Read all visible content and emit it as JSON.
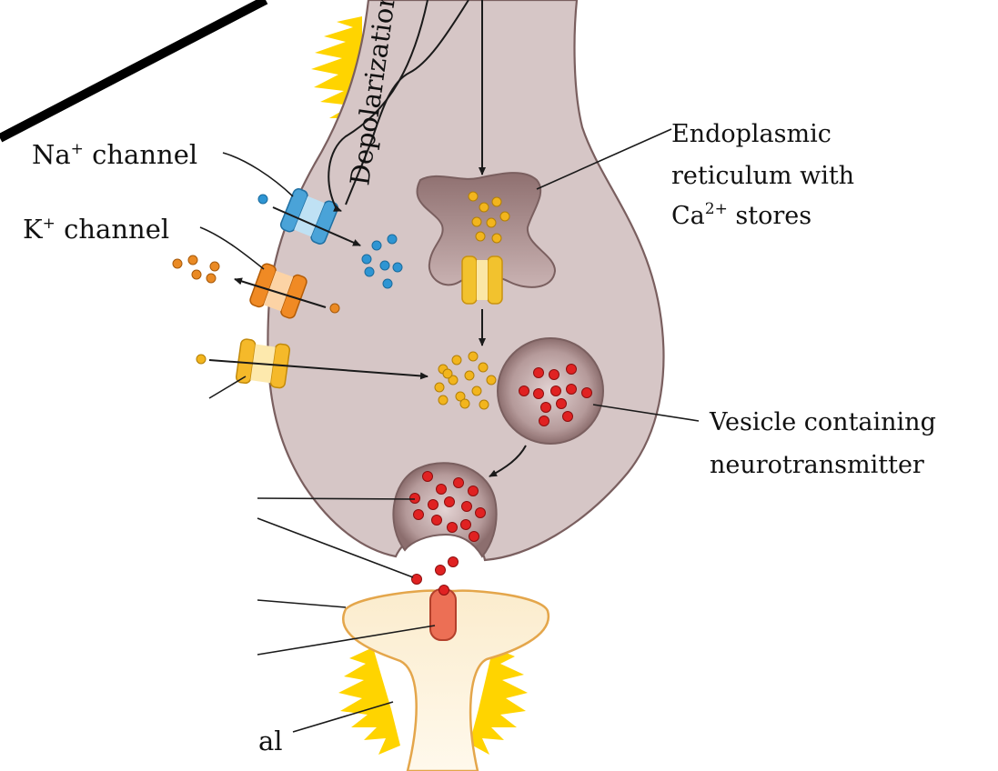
{
  "labels": {
    "depolarization": "Depolarization",
    "na_channel": {
      "base": "Na",
      "sup": "+",
      "rest": " channel"
    },
    "k_channel": {
      "base": "K",
      "sup": "+",
      "rest": " channel"
    },
    "er": {
      "line1": "Endoplasmic",
      "line2": "reticulum with",
      "line3_base": "Ca",
      "line3_sup": "2+",
      "line3_rest": " stores"
    },
    "vesicle": {
      "line1": "Vesicle containing",
      "line2": "neurotransmitter"
    },
    "cut_label": "al"
  },
  "colors": {
    "terminal_fill": "#d6c6c6",
    "terminal_stroke": "#7a5f5f",
    "postsynaptic_fill": "#fbeccd",
    "postsynaptic_stroke": "#e4a64b",
    "flash": "#ffd400",
    "na_ion": "#2e95d3",
    "k_ion": "#ea8a24",
    "ca_ion": "#f2b51d",
    "neurotransmitter": "#e02222"
  }
}
